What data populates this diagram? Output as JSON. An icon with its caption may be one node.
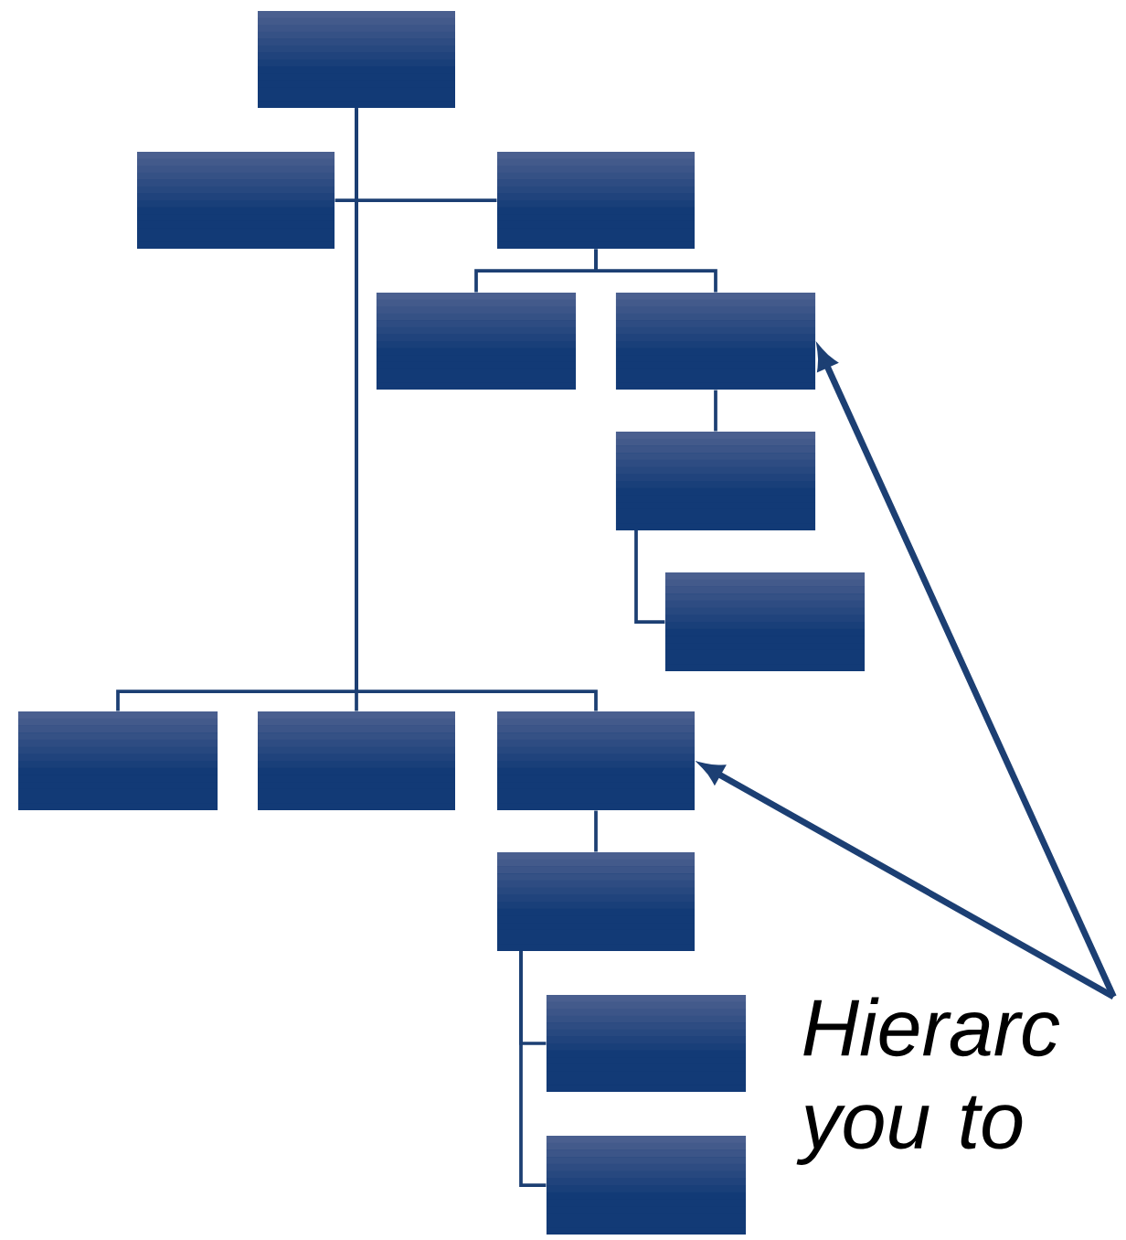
{
  "diagram": {
    "nodes": [
      {
        "text": [],
        "shape": "box"
      },
      {
        "text": [],
        "shape": "box"
      },
      {
        "text": [],
        "shape": "box"
      },
      {
        "text": [],
        "shape": "box"
      },
      {
        "text": [],
        "shape": "box"
      },
      {
        "text": [],
        "shape": "box"
      },
      {
        "text": [],
        "shape": "box"
      },
      {
        "text": [],
        "shape": "box"
      },
      {
        "text": [],
        "shape": "box"
      },
      {
        "text": [],
        "shape": "box"
      },
      {
        "text": [],
        "shape": "box"
      },
      {
        "text": [],
        "shape": "box"
      },
      {
        "text": [],
        "shape": "box"
      },
      {
        "text": [
          "Hierarc you to"
        ]
      }
    ],
    "edges": [
      {
        "from": 0,
        "to": 1,
        "arrow": "none"
      },
      {
        "from": 0,
        "to": 2,
        "arrow": "none"
      },
      {
        "from": 0,
        "to": 7,
        "arrow": "none"
      },
      {
        "from": 0,
        "to": 8,
        "arrow": "none"
      },
      {
        "from": 0,
        "to": 9,
        "arrow": "none"
      },
      {
        "from": 2,
        "to": 3,
        "arrow": "none"
      },
      {
        "from": 2,
        "to": 4,
        "arrow": "none"
      },
      {
        "from": 4,
        "to": 5,
        "arrow": "none"
      },
      {
        "from": 5,
        "to": 6,
        "arrow": "none"
      },
      {
        "from": 9,
        "to": 10,
        "arrow": "none"
      },
      {
        "from": 10,
        "to": 11,
        "arrow": "none"
      },
      {
        "from": 10,
        "to": 12,
        "arrow": "none"
      },
      {
        "from": 13,
        "to": 4,
        "arrow": "to",
        "style": "thick"
      },
      {
        "from": 13,
        "to": 9,
        "arrow": "to",
        "style": "thick"
      }
    ]
  }
}
